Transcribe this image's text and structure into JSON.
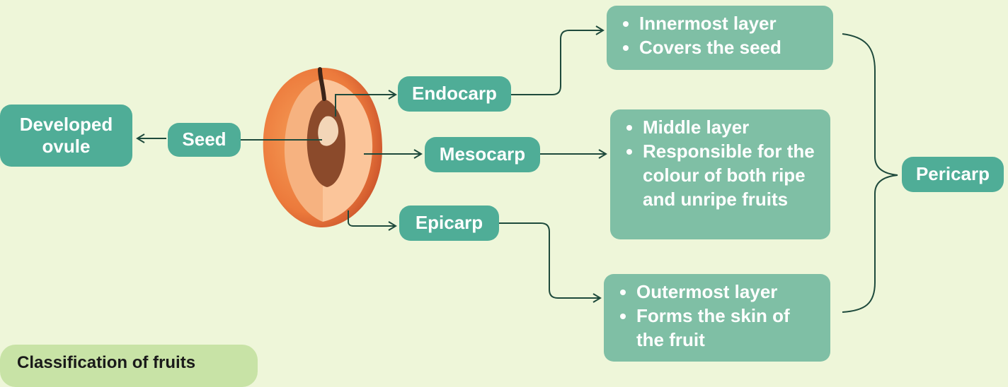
{
  "nodes": {
    "developed_ovule": "Developed ovule",
    "seed": "Seed",
    "endocarp": "Endocarp",
    "mesocarp": "Mesocarp",
    "epicarp": "Epicarp",
    "pericarp": "Pericarp"
  },
  "descriptions": {
    "endocarp": [
      "Innermost layer",
      "Covers the seed"
    ],
    "mesocarp": [
      "Middle layer",
      "Responsible for the colour of both ripe and unripe fruits"
    ],
    "epicarp": [
      "Outermost layer",
      "Forms the skin of the fruit"
    ]
  },
  "footer_heading": "Classification of fruits",
  "colors": {
    "background": "#eef6d9",
    "pill": "#4fad97",
    "box": "#7fbfa5",
    "line": "#1e4a3c"
  }
}
